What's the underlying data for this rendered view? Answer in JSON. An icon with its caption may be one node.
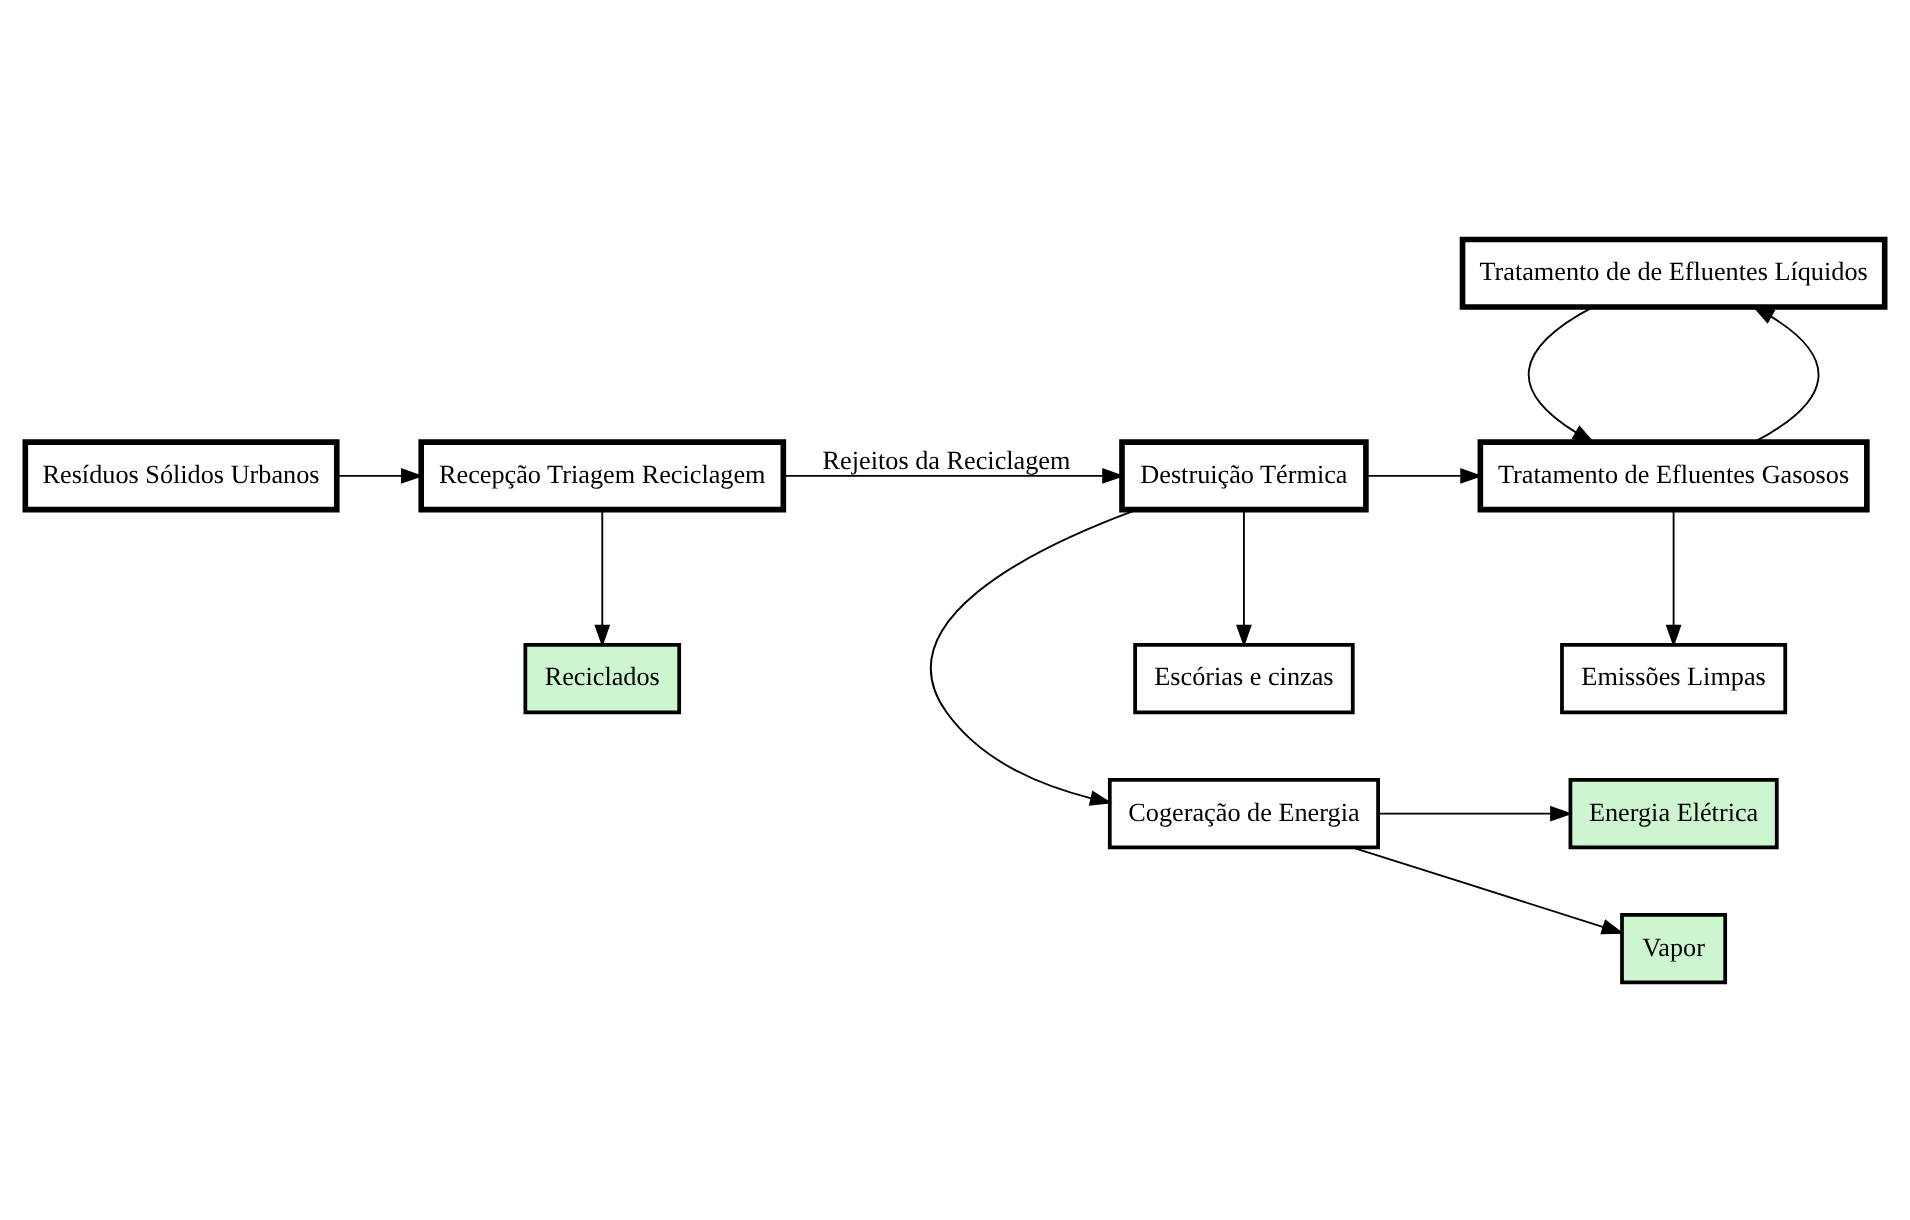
{
  "diagram": {
    "nodes": [
      {
        "text": [
          "Resíduos Sólidos Urbanos"
        ]
      },
      {
        "text": [
          "Recepção Triagem Reciclagem"
        ]
      },
      {
        "text": [
          "Reciclados"
        ]
      },
      {
        "text": [
          "Destruição Térmica"
        ]
      },
      {
        "text": [
          "Cogeração de Energia"
        ]
      },
      {
        "text": [
          "Energia Elétrica"
        ]
      },
      {
        "text": [
          "Vapor"
        ]
      },
      {
        "text": [
          "Escórias e cinzas"
        ]
      },
      {
        "text": [
          "Tratamento de Efluentes Gasosos"
        ]
      },
      {
        "text": [
          "Emissões Limpas"
        ]
      },
      {
        "text": [
          "Tratamento de de Efluentes Líquidos"
        ]
      }
    ],
    "edges": [
      {
        "from": 0,
        "to": 1,
        "arrow": "to"
      },
      {
        "from": 1,
        "to": 3,
        "arrow": "to",
        "label": "Rejeitos da Reciclagem"
      },
      {
        "from": 1,
        "to": 2,
        "arrow": "to"
      },
      {
        "from": 3,
        "to": 4,
        "arrow": "to"
      },
      {
        "from": 4,
        "to": 5,
        "arrow": "to"
      },
      {
        "from": 4,
        "to": 6,
        "arrow": "to"
      },
      {
        "from": 3,
        "to": 7,
        "arrow": "to"
      },
      {
        "from": 3,
        "to": 8,
        "arrow": "to"
      },
      {
        "from": 8,
        "to": 9,
        "arrow": "to"
      },
      {
        "from": 8,
        "to": 10,
        "arrow": "to"
      },
      {
        "from": 10,
        "to": 8,
        "arrow": "to"
      }
    ]
  }
}
